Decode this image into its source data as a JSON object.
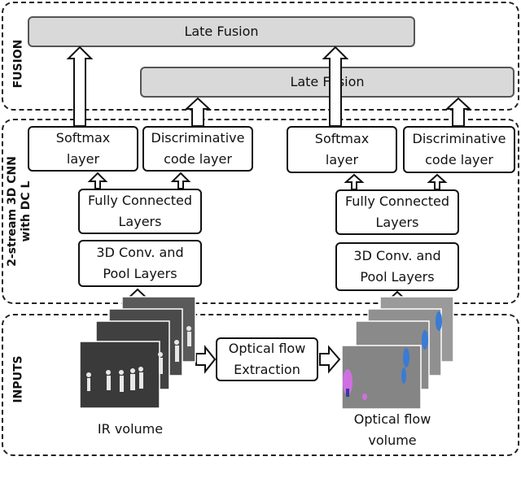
{
  "regions": {
    "fusion_label": "FUSION",
    "cnn_label_line1": "2-stream 3D CNN",
    "cnn_label_line2": "with DC L",
    "inputs_label": "INPUTS"
  },
  "fusion": {
    "late_fusion_top": "Late Fusion",
    "late_fusion_bottom": "Late Fusion"
  },
  "stream_left": {
    "softmax": "Softmax\nlayer",
    "dcl": "Discriminative\ncode layer",
    "fc": "Fully Connected\nLayers",
    "conv": "3D Conv. and\nPool Layers"
  },
  "stream_right": {
    "softmax": "Softmax\nlayer",
    "dcl": "Discriminative\ncode layer",
    "fc": "Fully Connected\nLayers",
    "conv": "3D Conv. and\nPool Layers"
  },
  "inputs": {
    "optical_flow_extraction": "Optical flow\nExtraction",
    "ir_caption": "IR volume",
    "of_caption": "Optical flow\nvolume"
  },
  "colors": {
    "fusion_fill": "#d9d9d9",
    "ir_frame": "#3a3a3a",
    "of_frame": "#8a8a8a",
    "flow_blue": "#3a7bd5",
    "flow_magenta": "#d070e0"
  }
}
